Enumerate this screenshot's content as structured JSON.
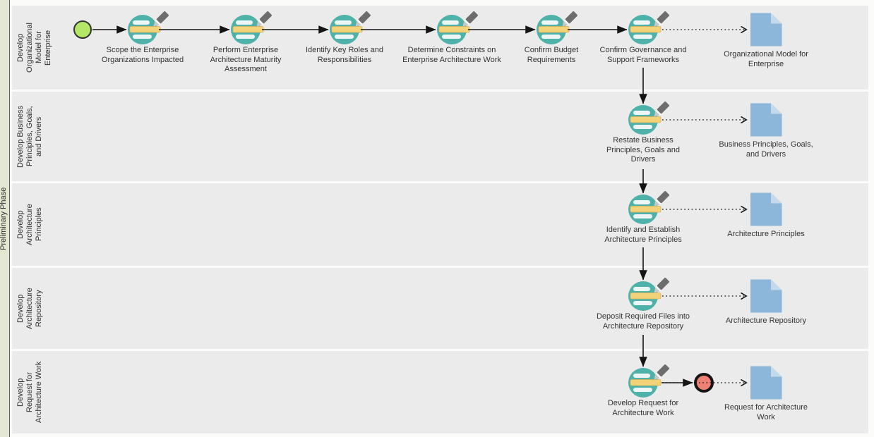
{
  "pool": {
    "label": "Preliminary Phase"
  },
  "lanes": [
    {
      "label": "Develop\nOrganizational\nModel for\nEnterprise"
    },
    {
      "label": "Develop Business\nPrinciples, Goals,\nand Drivers"
    },
    {
      "label": "Develop\nArchitecture\nPrinciples"
    },
    {
      "label": "Develop\nArchitecture\nRepository"
    },
    {
      "label": "Develop\nRequest for\nArchitecture Work"
    }
  ],
  "tasks": [
    {
      "label": "Scope the Enterprise\nOrganizations Impacted"
    },
    {
      "label": "Perform Enterprise\nArchitecture Maturity\nAssessment"
    },
    {
      "label": "Identify Key Roles and\nResponsibilities"
    },
    {
      "label": "Determine Constraints on\nEnterprise Architecture Work"
    },
    {
      "label": "Confirm Budget\nRequirements"
    },
    {
      "label": "Confirm Governance and\nSupport Frameworks"
    },
    {
      "label": "Restate Business\nPrinciples, Goals and\nDrivers"
    },
    {
      "label": "Identify and Establish\nArchitecture Principles"
    },
    {
      "label": "Deposit Required Files into\nArchitecture Repository"
    },
    {
      "label": "Develop Request for\nArchitecture Work"
    }
  ],
  "documents": [
    {
      "label": "Organizational Model for\nEnterprise"
    },
    {
      "label": "Business Principles, Goals,\nand Drivers"
    },
    {
      "label": "Architecture Principles"
    },
    {
      "label": "Architecture Repository"
    },
    {
      "label": "Request for Architecture\nWork"
    }
  ],
  "events": {
    "start": {
      "name": "start-event"
    },
    "end": {
      "name": "end-event"
    }
  },
  "colors": {
    "pool_header_fill": "#E4E8D2",
    "lane_fill": "#EBEBEB",
    "task_fill": "#4FB2AA",
    "task_lines": "#ECF6F4",
    "highlight": "#F2D37A",
    "highlight_border": "#D8B159",
    "pencil": "#6D6D6D",
    "document_fill": "#8CB7DA",
    "document_fold": "#C3DAEC",
    "start_event_fill": "#B4E667",
    "end_event_fill": "#EE8173",
    "connector": "#141414"
  }
}
